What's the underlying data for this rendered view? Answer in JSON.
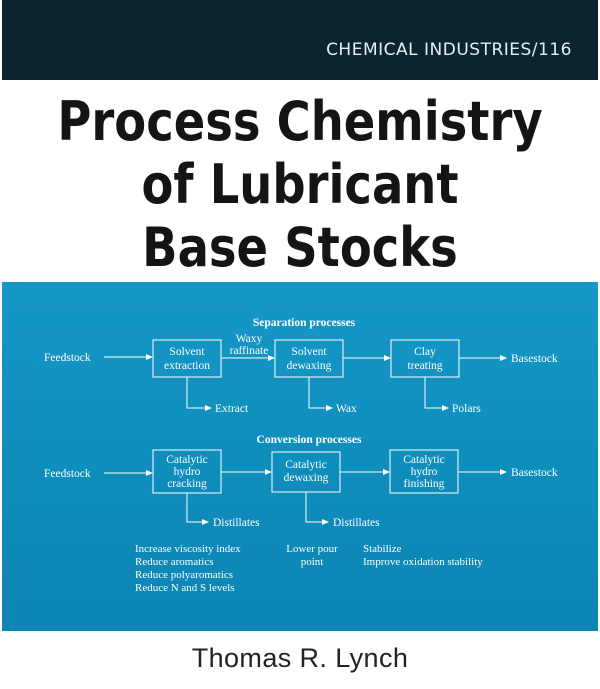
{
  "series": "CHEMICAL INDUSTRIES/116",
  "title_lines": [
    "Process Chemistry",
    "of Lubricant",
    "Base Stocks"
  ],
  "author": "Thomas R. Lynch",
  "colors": {
    "top_band": "#0b2430",
    "diagram_panel": "#1192c2",
    "title": "#141414"
  },
  "diagram": {
    "separation": {
      "heading": "Separation processes",
      "input": "Feedstock",
      "box1": [
        "Solvent",
        "extraction"
      ],
      "link_label": [
        "Waxy",
        "raffinate"
      ],
      "box2": [
        "Solvent",
        "dewaxing"
      ],
      "box3": [
        "Clay",
        "treating"
      ],
      "output": "Basestock",
      "side1": "Extract",
      "side2": "Wax",
      "side3": "Polars"
    },
    "conversion": {
      "heading": "Conversion processes",
      "input": "Feedstock",
      "box1": [
        "Catalytic",
        "hydro",
        "cracking"
      ],
      "box2": [
        "Catalytic",
        "dewaxing"
      ],
      "box3": [
        "Catalytic",
        "hydro",
        "finishing"
      ],
      "output": "Basestock",
      "side1": "Distillates",
      "side2": "Distillates"
    },
    "notes": {
      "col1": [
        "Increase viscosity index",
        "Reduce aromatics",
        "Reduce polyaromatics",
        "Reduce N and S levels"
      ],
      "col2": [
        "Lower pour",
        "point"
      ],
      "col3": [
        "Stabilize",
        "Improve oxidation stability"
      ]
    }
  }
}
